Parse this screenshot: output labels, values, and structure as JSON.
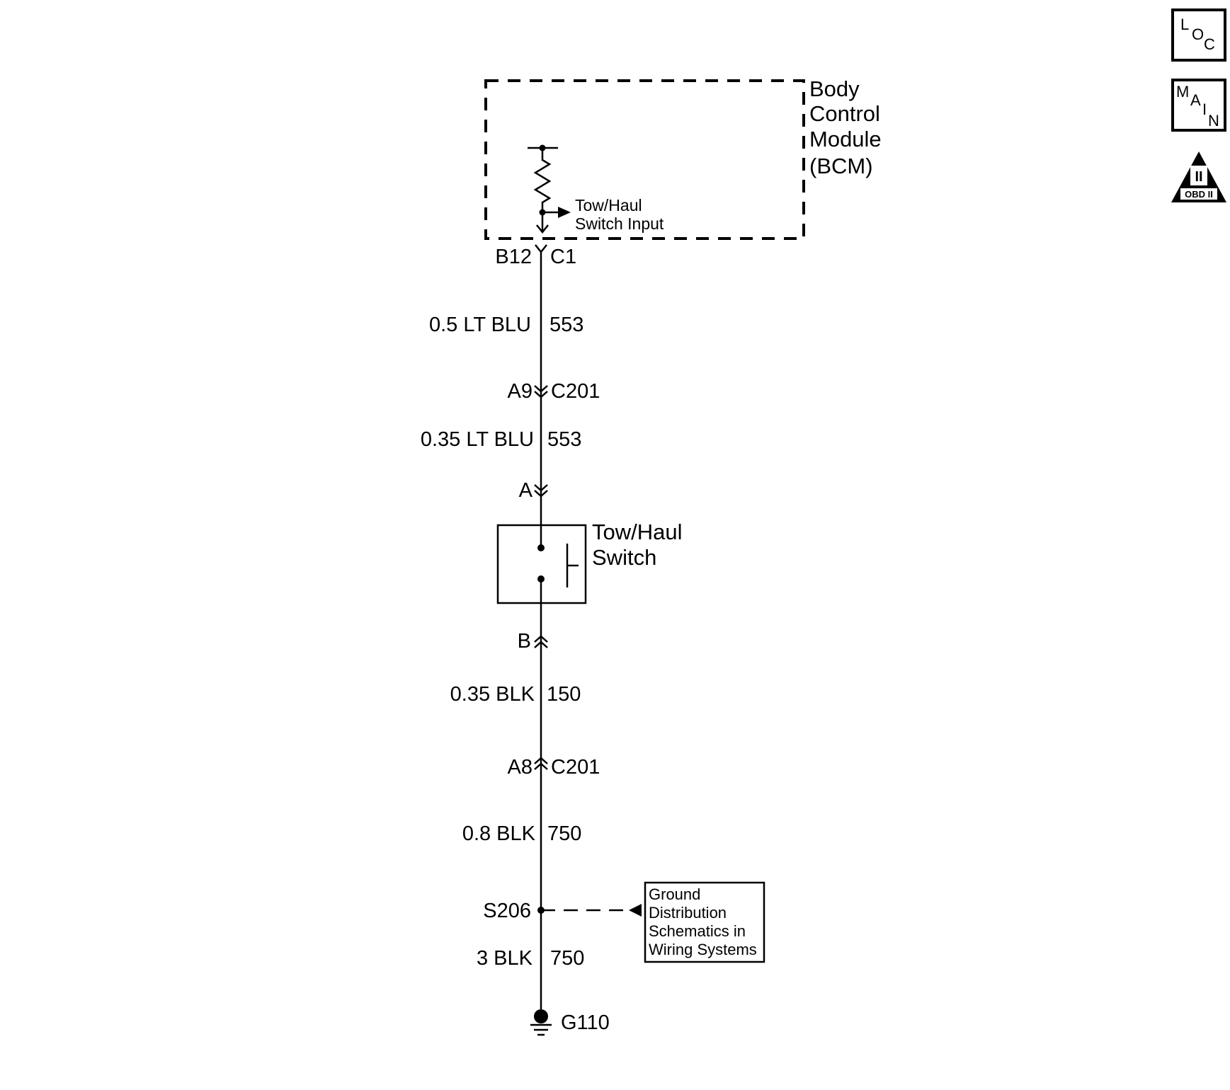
{
  "bcm": {
    "title_lines": [
      "Body",
      "Control",
      "Module",
      "(BCM)"
    ],
    "input_label_lines": [
      "Tow/Haul",
      "Switch Input"
    ]
  },
  "bcm_connector": {
    "pin": "B12",
    "connector": "C1"
  },
  "wires": [
    {
      "gauge_color": "0.5 LT BLU",
      "circuit": "553"
    },
    {
      "gauge_color": "0.35 LT BLU",
      "circuit": "553"
    },
    {
      "gauge_color": "0.35 BLK",
      "circuit": "150"
    },
    {
      "gauge_color": "0.8 BLK",
      "circuit": "750"
    },
    {
      "gauge_color": "3 BLK",
      "circuit": "750"
    }
  ],
  "connector_c201_upper": {
    "pin": "A9",
    "connector": "C201"
  },
  "switch_pin_a": "A",
  "switch": {
    "label_lines": [
      "Tow/Haul",
      "Switch"
    ]
  },
  "switch_pin_b": "B",
  "connector_c201_lower": {
    "pin": "A8",
    "connector": "C201"
  },
  "splice": "S206",
  "reference_box": {
    "lines": [
      "Ground",
      "Distribution",
      "Schematics in",
      "Wiring Systems"
    ]
  },
  "ground": "G110",
  "nav_icons": [
    {
      "name": "loc-icon",
      "letters": [
        "L",
        "O",
        "C"
      ]
    },
    {
      "name": "main-icon",
      "letters": [
        "M",
        "A",
        "I",
        "N"
      ]
    },
    {
      "name": "obd-ii-icon",
      "numeral": "II",
      "caption": "OBD II"
    }
  ]
}
